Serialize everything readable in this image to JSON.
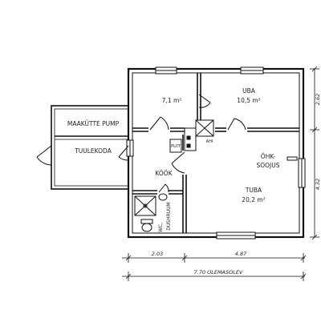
{
  "rooms": {
    "room_small": {
      "area": "7,1 m²"
    },
    "uba": {
      "name": "UBA",
      "area": "10,5 m²"
    },
    "tuba": {
      "name": "TUBA",
      "area": "20,2 m²"
    },
    "kook": {
      "name": "KÖÖK"
    },
    "wc": {
      "line1": "WC,",
      "line2": "DUSHRUUM"
    },
    "tuulekoda": {
      "name": "TUULEKODA"
    },
    "maakutte": {
      "name": "MAAKÜTTE PUMP"
    }
  },
  "fixtures": {
    "heat_label_1": "ÕHK-",
    "heat_label_2": "SOOJUS",
    "stove": "PLIIT",
    "ahi": "AHI"
  },
  "dimensions": {
    "bottom_left": "2.03",
    "bottom_right": "4.87",
    "total": "7.70  OLEMASOLEV",
    "right_top": "2.62",
    "right_bottom": "4.32"
  }
}
